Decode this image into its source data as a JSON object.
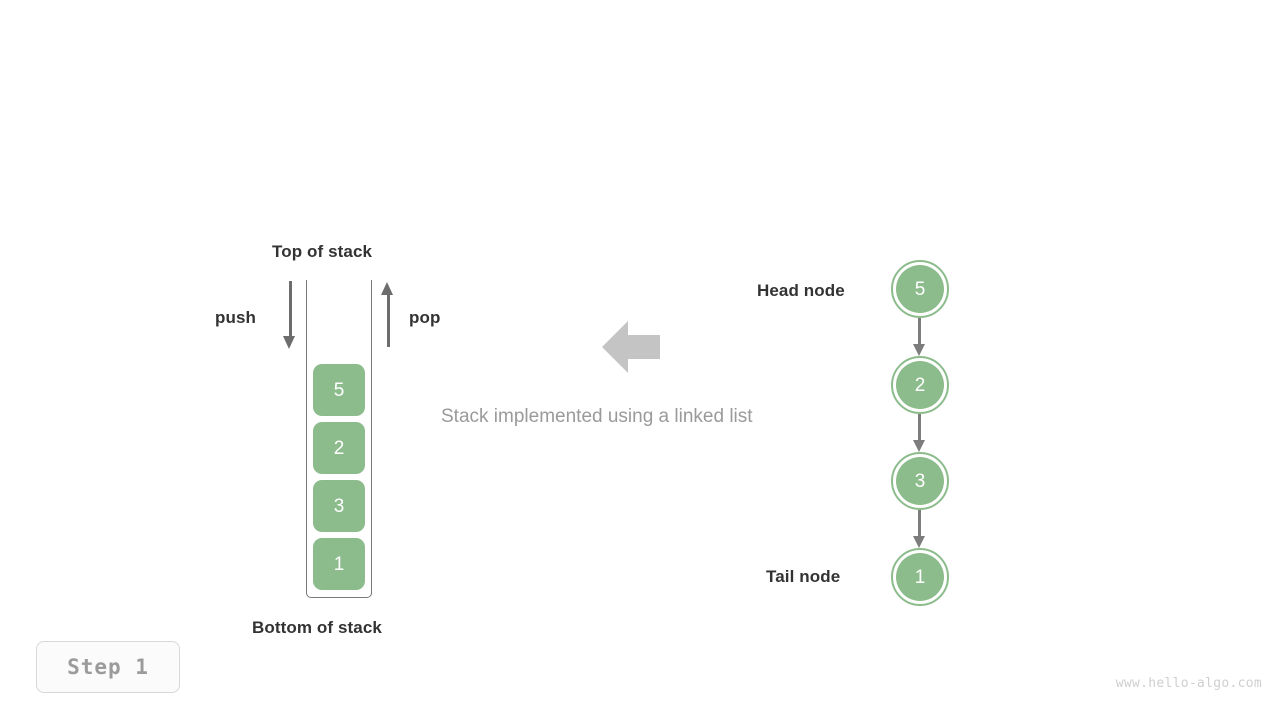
{
  "meta": {
    "colors": {
      "node_green": "#8cbc8c",
      "arrow_gray": "#6d6d6d",
      "link_gray": "#7d7d7d",
      "container_stroke": "#7a7a7a",
      "caption_gray": "#9a9a9a",
      "label_dark": "#333333",
      "big_arrow_gray": "#c4c4c4",
      "badge_text": "#9b9b9b",
      "badge_border": "#d8d8d8",
      "watermark_gray": "#cfcfcf",
      "background": "#ffffff"
    }
  },
  "stack": {
    "top_label": "Top of stack",
    "bottom_label": "Bottom of stack",
    "push_label": "push",
    "pop_label": "pop",
    "cells": [
      {
        "value": "5"
      },
      {
        "value": "2"
      },
      {
        "value": "3"
      },
      {
        "value": "1"
      }
    ]
  },
  "center": {
    "caption": "Stack implemented using a linked list",
    "arrow_direction": "left"
  },
  "linked_list": {
    "head_label": "Head node",
    "tail_label": "Tail node",
    "nodes": [
      {
        "value": "5"
      },
      {
        "value": "2"
      },
      {
        "value": "3"
      },
      {
        "value": "1"
      }
    ]
  },
  "footer": {
    "step_label": "Step 1",
    "watermark": "www.hello-algo.com"
  }
}
